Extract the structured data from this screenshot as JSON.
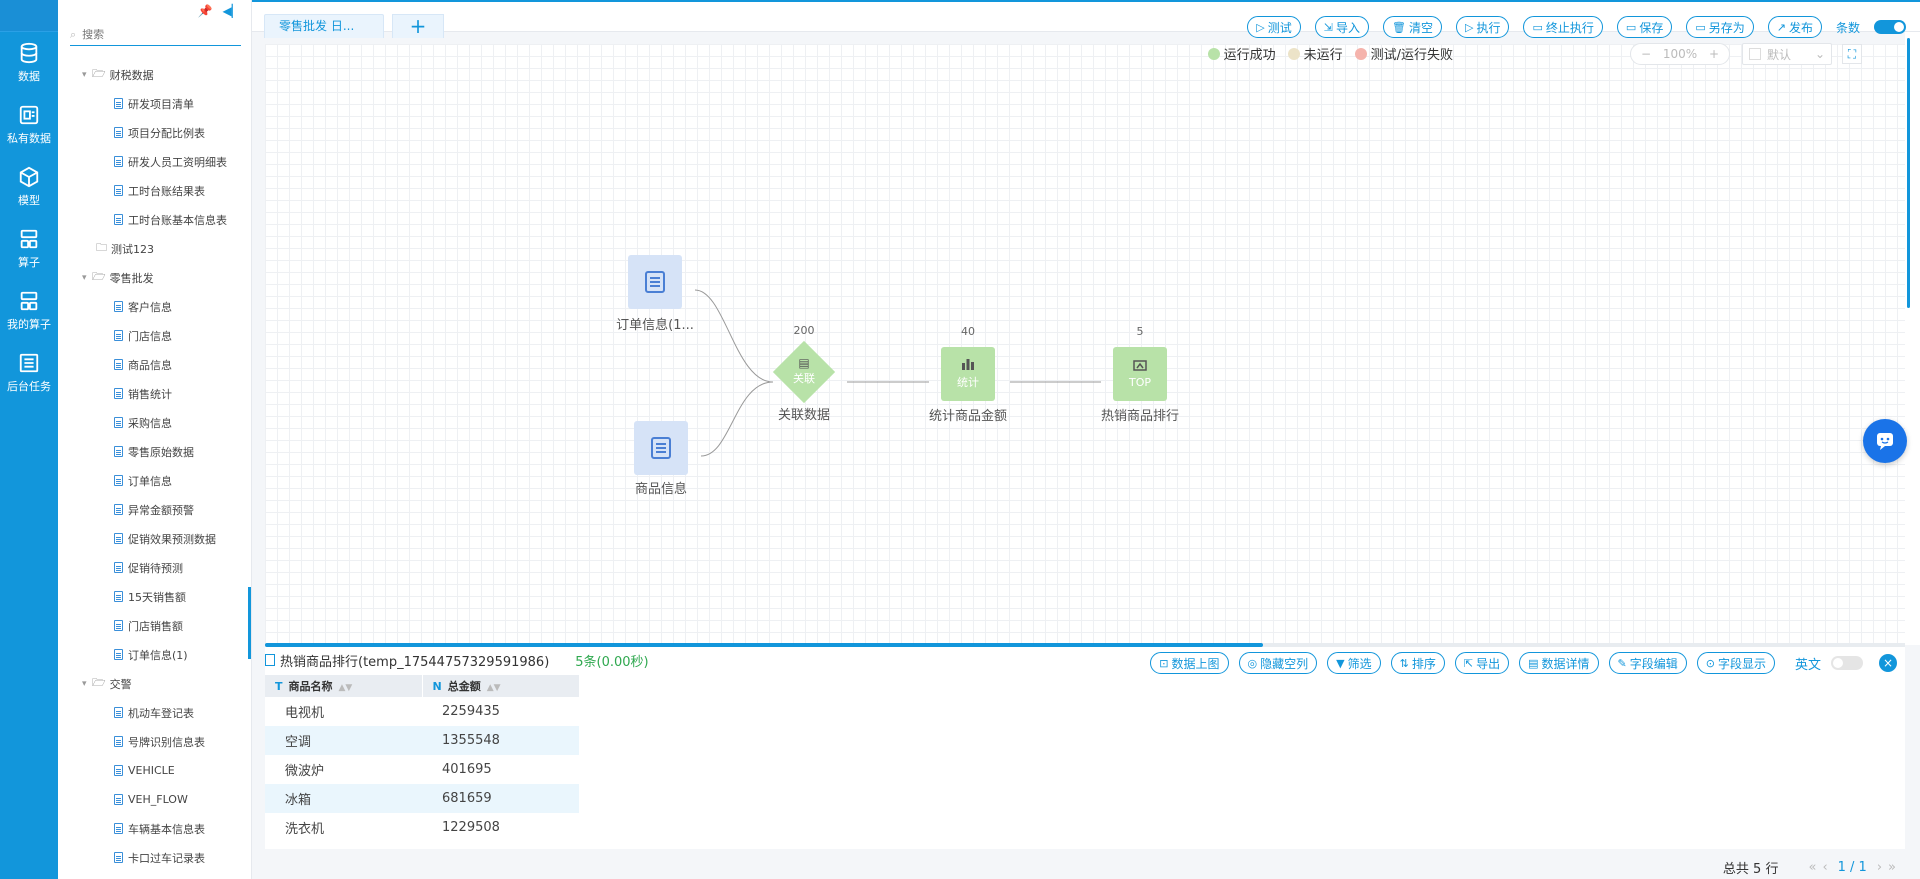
{
  "rail": {
    "items": [
      {
        "label": "数据",
        "icon": "database-icon"
      },
      {
        "label": "私有数据",
        "icon": "private-data-icon"
      },
      {
        "label": "模型",
        "icon": "cube-icon"
      },
      {
        "label": "算子",
        "icon": "operator-icon"
      },
      {
        "label": "我的算子",
        "icon": "my-operator-icon"
      },
      {
        "label": "后台任务",
        "icon": "task-list-icon"
      }
    ]
  },
  "tree": {
    "search_placeholder": "搜索",
    "nodes": [
      {
        "label": "财税数据",
        "type": "folder-open"
      },
      {
        "label": "研发项目清单",
        "type": "table"
      },
      {
        "label": "项目分配比例表",
        "type": "table"
      },
      {
        "label": "研发人员工资明细表",
        "type": "table"
      },
      {
        "label": "工时台账结果表",
        "type": "table"
      },
      {
        "label": "工时台账基本信息表",
        "type": "table"
      },
      {
        "label": "测试123",
        "type": "folder"
      },
      {
        "label": "零售批发",
        "type": "folder-open"
      },
      {
        "label": "客户信息",
        "type": "table"
      },
      {
        "label": "门店信息",
        "type": "table"
      },
      {
        "label": "商品信息",
        "type": "table"
      },
      {
        "label": "销售统计",
        "type": "table"
      },
      {
        "label": "采购信息",
        "type": "table"
      },
      {
        "label": "零售原始数据",
        "type": "table"
      },
      {
        "label": "订单信息",
        "type": "table"
      },
      {
        "label": "异常金额预警",
        "type": "table"
      },
      {
        "label": "促销效果预测数据",
        "type": "table"
      },
      {
        "label": "促销待预测",
        "type": "table"
      },
      {
        "label": "15天销售额",
        "type": "table"
      },
      {
        "label": "门店销售额",
        "type": "table"
      },
      {
        "label": "订单信息(1)",
        "type": "table"
      },
      {
        "label": "交警",
        "type": "folder-open"
      },
      {
        "label": "机动车登记表",
        "type": "table"
      },
      {
        "label": "号牌识别信息表",
        "type": "table"
      },
      {
        "label": "VEHICLE",
        "type": "table"
      },
      {
        "label": "VEH_FLOW",
        "type": "table"
      },
      {
        "label": "车辆基本信息表",
        "type": "table"
      },
      {
        "label": "卡口过车记录表",
        "type": "table"
      }
    ]
  },
  "topbar": {
    "tab_label": "零售批发 日...",
    "tab_add": "+",
    "buttons": [
      {
        "label": "测试",
        "icon": "▷"
      },
      {
        "label": "导入",
        "icon": "⇲"
      },
      {
        "label": "清空",
        "icon": "🗑"
      },
      {
        "label": "执行",
        "icon": "▷"
      },
      {
        "label": "终止执行",
        "icon": "▭"
      },
      {
        "label": "保存",
        "icon": "▭"
      },
      {
        "label": "另存为",
        "icon": "▭"
      },
      {
        "label": "发布",
        "icon": "↗"
      }
    ],
    "count_label": "条数"
  },
  "legend": [
    {
      "label": "运行成功",
      "color": "#b8e2a8"
    },
    {
      "label": "未运行",
      "color": "#ece3c8"
    },
    {
      "label": "测试/运行失败",
      "color": "#f5b3ac"
    }
  ],
  "zoom": {
    "minus": "−",
    "value": "100%",
    "plus": "+"
  },
  "view_select": {
    "value": "默认"
  },
  "nodes": {
    "order": {
      "label": "订单信息(1..."
    },
    "product": {
      "label": "商品信息"
    },
    "join": {
      "label": "关联数据",
      "inner": "关联",
      "count": "200"
    },
    "stats": {
      "label": "统计商品金额",
      "inner": "统计",
      "count": "40"
    },
    "top": {
      "label": "热销商品排行",
      "inner": "TOP",
      "count": "5"
    }
  },
  "result": {
    "table_name": "热销商品排行(temp_17544757329591986)",
    "meta": "5条(0.00秒)",
    "tools": [
      "数据上图",
      "隐藏空列",
      "筛选",
      "排序",
      "导出",
      "数据详情",
      "字段编辑",
      "字段显示"
    ],
    "lang_label": "英文",
    "close": "×",
    "columns": [
      {
        "type": "T",
        "name": "商品名称"
      },
      {
        "type": "N",
        "name": "总金额"
      }
    ],
    "rows": [
      [
        "电视机",
        "2259435"
      ],
      [
        "空调",
        "1355548"
      ],
      [
        "微波炉",
        "401695"
      ],
      [
        "冰箱",
        "681659"
      ],
      [
        "洗衣机",
        "1229508"
      ]
    ]
  },
  "footer": {
    "total": "总共 5 行",
    "page": "1 / 1"
  }
}
